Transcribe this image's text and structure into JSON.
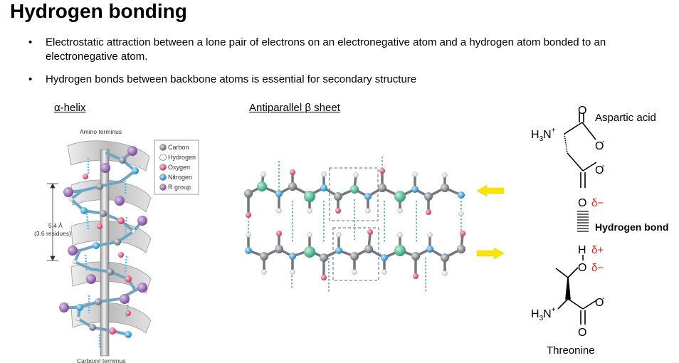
{
  "title": "Hydrogen bonding",
  "bullets": [
    "Electrostatic attraction between a lone pair of electrons on an electronegative atom and a hydrogen atom bonded to an electronegative atom.",
    "Hydrogen bonds between backbone atoms is essential for secondary structure"
  ],
  "bullet_symbol": "•",
  "helix": {
    "caption": "α-helix",
    "amino_terminus": "Amino terminus",
    "carboxyl_terminus": "Carboxyl terminus",
    "pitch": "5.4 Å",
    "residues": "(3.6 residues)"
  },
  "legend": [
    {
      "label": "Carbon",
      "color": "#7f8a93"
    },
    {
      "label": "Hydrogen",
      "color": "#ffffff"
    },
    {
      "label": "Oxygen",
      "color": "#e05060"
    },
    {
      "label": "Nitrogen",
      "color": "#2aa3d8"
    },
    {
      "label": "R group",
      "color": "#8e5ea2"
    }
  ],
  "sheet": {
    "caption": "Antiparallel β sheet "
  },
  "chem": {
    "aspartic_acid": "Aspartic acid",
    "h3n": "H",
    "h3n_sub": "3",
    "h3n_n": "N",
    "h3n_plus": "+",
    "o": "O",
    "o_minus": "-",
    "h": "H",
    "delta_minus": "δ−",
    "delta_plus": "δ+",
    "hydrogen_bond": "Hydrogen bond",
    "threonine": "Threonine"
  },
  "colors": {
    "delta": "#e0201a",
    "arrow": "#f7e600",
    "hbond_green": "#2a9d55"
  }
}
